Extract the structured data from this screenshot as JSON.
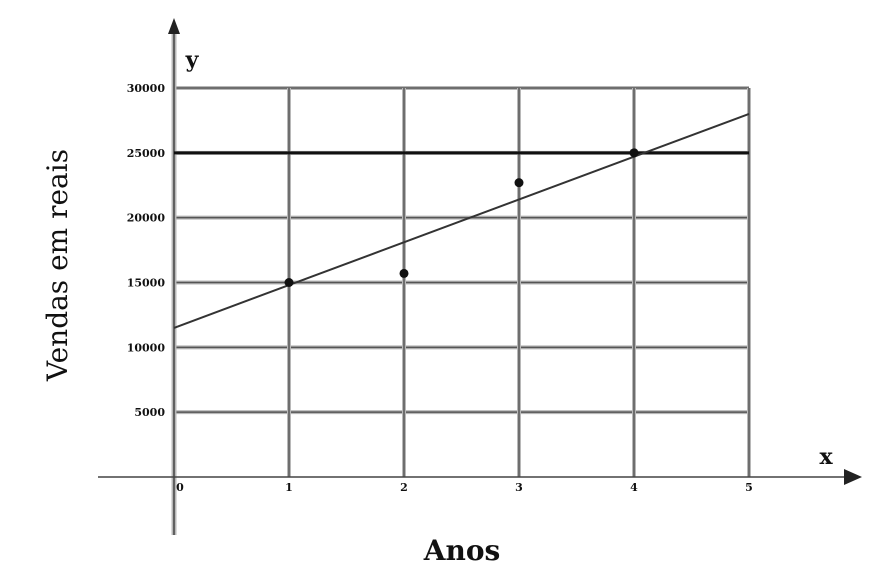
{
  "chart_data": {
    "type": "scatter",
    "title": "",
    "xlabel": "Anos",
    "ylabel": "Vendas em reais",
    "x_axis_letter": "x",
    "y_axis_letter": "y",
    "xlim": [
      0,
      5
    ],
    "ylim": [
      0,
      30000
    ],
    "x_ticks": [
      "0",
      "1",
      "2",
      "3",
      "4",
      "5"
    ],
    "y_ticks": [
      "5000",
      "10000",
      "15000",
      "20000",
      "25000",
      "30000"
    ],
    "x_tick_values": [
      0,
      1,
      2,
      3,
      4,
      5
    ],
    "y_tick_values": [
      5000,
      10000,
      15000,
      20000,
      25000,
      30000
    ],
    "grid": true,
    "points": [
      {
        "x": 1,
        "y": 15000
      },
      {
        "x": 2,
        "y": 15700
      },
      {
        "x": 3,
        "y": 22700
      },
      {
        "x": 4,
        "y": 25000
      }
    ],
    "trend_line": {
      "x": [
        0,
        5
      ],
      "y": [
        11500,
        28000
      ]
    },
    "reference_line": {
      "y": 25000
    }
  },
  "colors": {
    "grid": "#555555",
    "grid_light": "#b8b8b8",
    "axis": "#444444",
    "line": "#333333",
    "point": "#111111"
  }
}
